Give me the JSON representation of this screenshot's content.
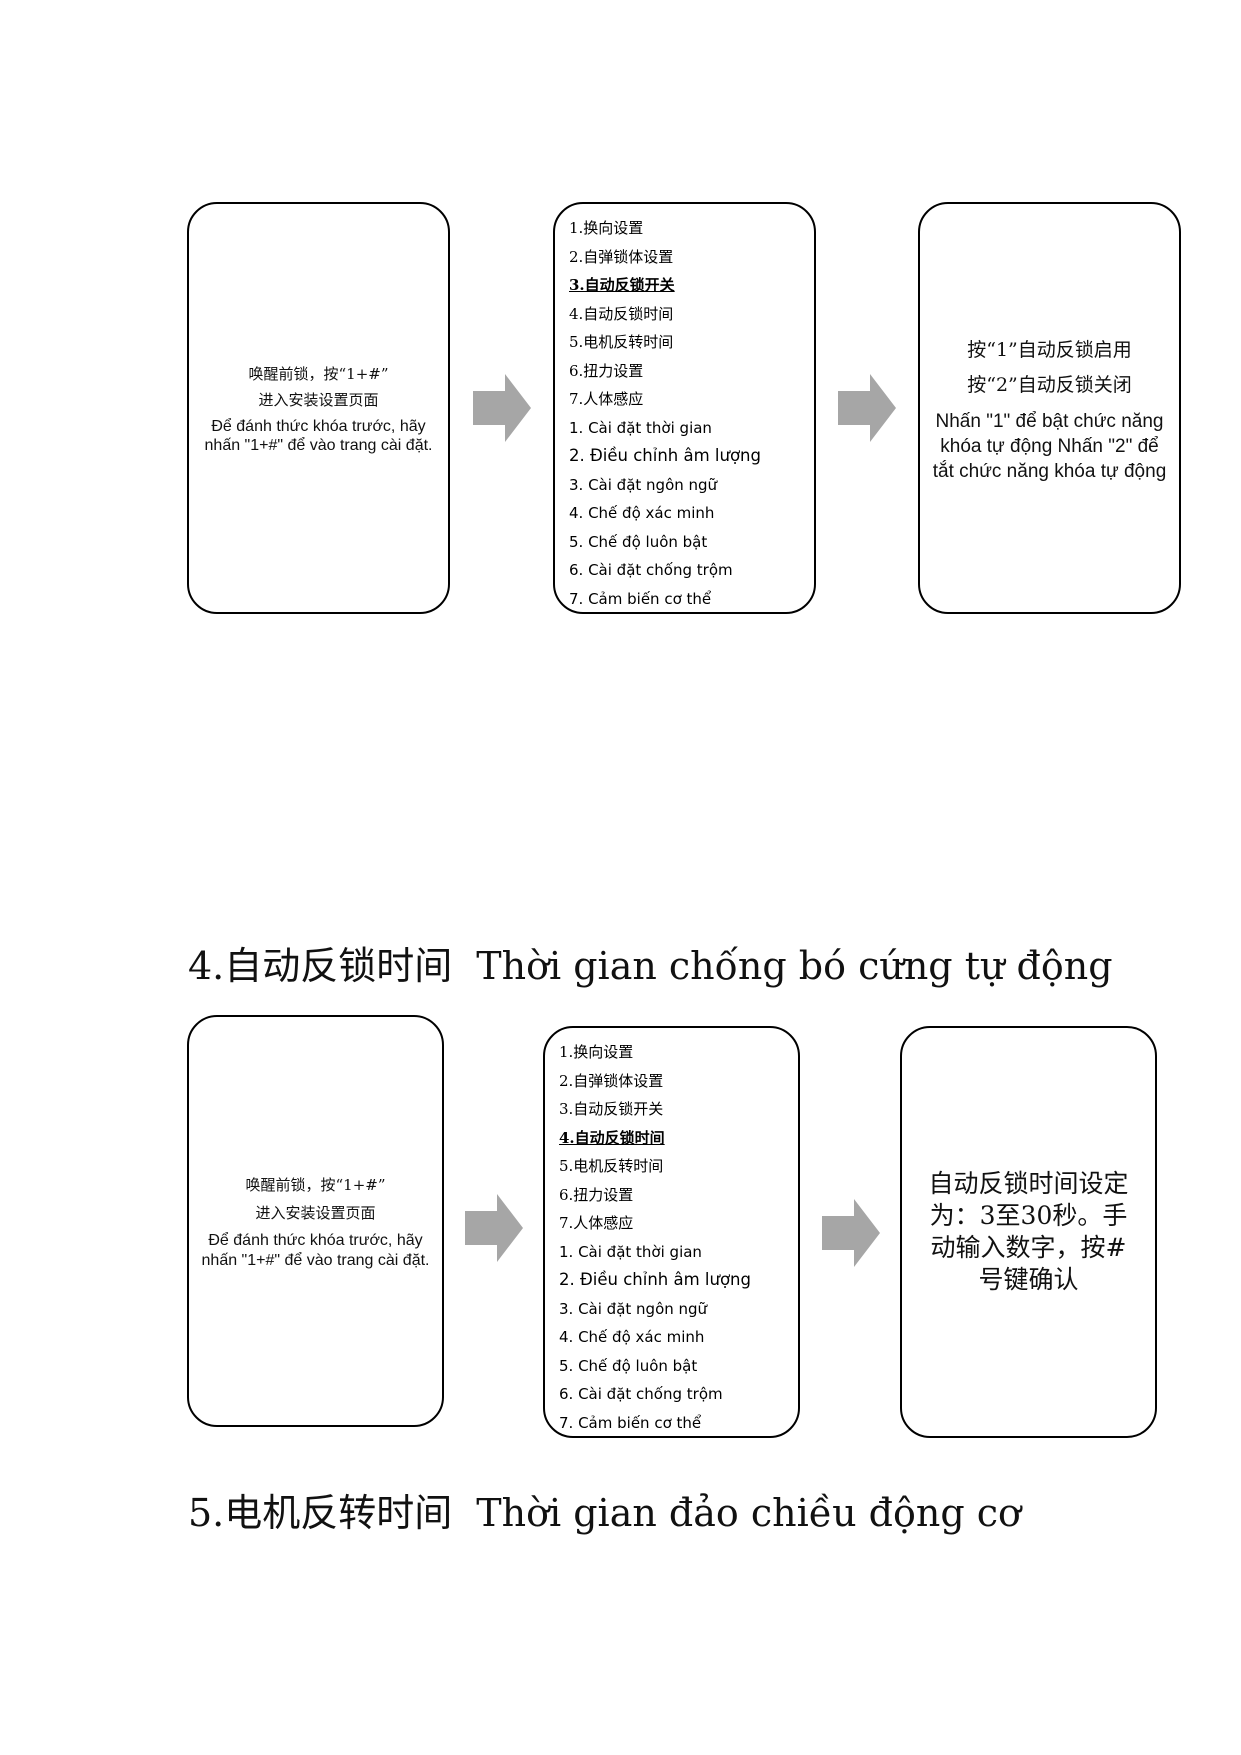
{
  "section3": {
    "step1": {
      "zh_line1": "唤醒前锁，按“1+#”",
      "zh_line2": "进入安装设置页面",
      "vi_text": "Để đánh thức khóa trước, hãy nhấn \"1+#\" để vào trang cài đặt."
    },
    "menu": [
      {
        "label": "1.换向设置",
        "lang": "zh",
        "selected": false
      },
      {
        "label": "2.自弹锁体设置",
        "lang": "zh",
        "selected": false
      },
      {
        "label": "3.自动反锁开关",
        "lang": "zh",
        "selected": true
      },
      {
        "label": "4.自动反锁时间",
        "lang": "zh",
        "selected": false
      },
      {
        "label": "5.电机反转时间",
        "lang": "zh",
        "selected": false
      },
      {
        "label": "6.扭力设置",
        "lang": "zh",
        "selected": false
      },
      {
        "label": "7.人体感应",
        "lang": "zh",
        "selected": false
      },
      {
        "label": "1. Cài đặt thời gian",
        "lang": "vi",
        "selected": false
      },
      {
        "label": "2. Điều chỉnh âm lượng",
        "lang": "vi",
        "selected": false
      },
      {
        "label": "3. Cài đặt ngôn ngữ",
        "lang": "vi",
        "selected": false
      },
      {
        "label": "4. Chế độ xác minh",
        "lang": "vi",
        "selected": false
      },
      {
        "label": "5. Chế độ luôn bật",
        "lang": "vi",
        "selected": false
      },
      {
        "label": "6. Cài đặt chống trộm",
        "lang": "vi",
        "selected": false
      },
      {
        "label": "7. Cảm biến cơ thể",
        "lang": "vi",
        "selected": false
      }
    ],
    "step3": {
      "zh_line1": "按“1”自动反锁启用",
      "zh_line2": "按“2”自动反锁关闭",
      "vi_text": "Nhấn \"1\" để bật chức năng khóa tự động Nhấn \"2\" để tắt chức năng khóa tự động"
    }
  },
  "section4": {
    "number": "4.",
    "title_zh": "自动反锁时间",
    "title_vi": "Thời gian chống bó cứng tự động",
    "step1": {
      "zh_line1": "唤醒前锁，按“1+#”",
      "zh_line2": "进入安装设置页面",
      "vi_text": "Để đánh thức khóa trước, hãy nhấn \"1+#\" để vào trang cài đặt."
    },
    "menu": [
      {
        "label": "1.换向设置",
        "lang": "zh",
        "selected": false
      },
      {
        "label": "2.自弹锁体设置",
        "lang": "zh",
        "selected": false
      },
      {
        "label": "3.自动反锁开关",
        "lang": "zh",
        "selected": false
      },
      {
        "label": "4.自动反锁时间",
        "lang": "zh",
        "selected": true
      },
      {
        "label": "5.电机反转时间",
        "lang": "zh",
        "selected": false
      },
      {
        "label": "6.扭力设置",
        "lang": "zh",
        "selected": false
      },
      {
        "label": "7.人体感应",
        "lang": "zh",
        "selected": false
      },
      {
        "label": "1. Cài đặt thời gian",
        "lang": "vi",
        "selected": false
      },
      {
        "label": "2. Điều chỉnh âm lượng",
        "lang": "vi",
        "selected": false
      },
      {
        "label": "3. Cài đặt ngôn ngữ",
        "lang": "vi",
        "selected": false
      },
      {
        "label": "4. Chế độ xác minh",
        "lang": "vi",
        "selected": false
      },
      {
        "label": "5. Chế độ luôn bật",
        "lang": "vi",
        "selected": false
      },
      {
        "label": "6. Cài đặt chống trộm",
        "lang": "vi",
        "selected": false
      },
      {
        "label": "7. Cảm biến cơ thể",
        "lang": "vi",
        "selected": false
      }
    ],
    "step3": {
      "zh_text": "自动反锁时间设定为：3至30秒。手动输入数字，按#号键确认"
    }
  },
  "section5": {
    "number": "5.",
    "title_zh": "电机反转时间",
    "title_vi": "Thời gian đảo chiều động cơ"
  },
  "colors": {
    "arrow": "#a6a6a6",
    "border": "#000000"
  },
  "icons": {
    "arrow": "right-arrow-icon"
  }
}
